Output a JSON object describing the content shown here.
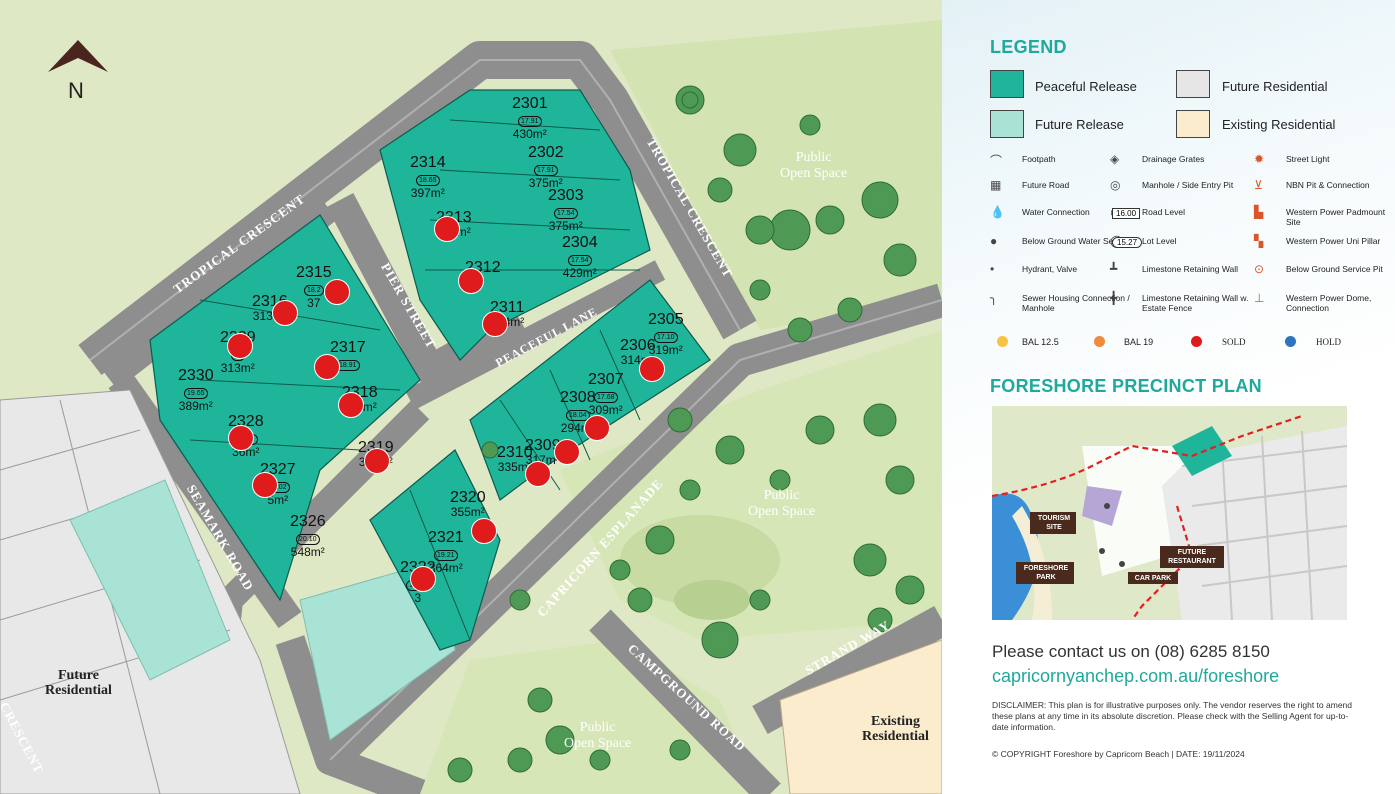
{
  "map": {
    "north_label": "N",
    "streets": {
      "tropical_crescent_west": "TROPICAL CRESCENT",
      "tropical_crescent_east": "TROPICAL CRESCENT",
      "pier_street": "PIER STREET",
      "peaceful_lane": "PEACEFUL LANE",
      "seamark_road": "SEAMARK ROAD",
      "capricorn_esplanade": "CAPRICORN ESPLANADE",
      "campground_road": "CAMPGROUND ROAD",
      "strand_way": "STRAND WAY",
      "crescent_partial": "CRESCENT"
    },
    "areas": {
      "public_open_space_ne": [
        "Public",
        "Open Space"
      ],
      "public_open_space_center": [
        "Public",
        "Open Space"
      ],
      "public_open_space_s": [
        "Public",
        "Open Space"
      ],
      "future_residential": [
        "Future",
        "Residential"
      ],
      "existing_residential": [
        "Existing",
        "Residential"
      ]
    },
    "lots": [
      {
        "id": "2301",
        "area": "430m²",
        "level": "17.91"
      },
      {
        "id": "2302",
        "area": "375m²",
        "level": "17.91"
      },
      {
        "id": "2303",
        "area": "375m²",
        "level": "17.54"
      },
      {
        "id": "2304",
        "area": "429m²",
        "level": "17.54"
      },
      {
        "id": "2305",
        "area": "319m²",
        "level": "17.10"
      },
      {
        "id": "2306",
        "area": "314m²",
        "level": ""
      },
      {
        "id": "2307",
        "area": "309m²",
        "level": "17.68"
      },
      {
        "id": "2308",
        "area": "294m²",
        "level": "18.04"
      },
      {
        "id": "2309",
        "area": "317m²",
        "level": ""
      },
      {
        "id": "2310",
        "area": "335m²",
        "level": ""
      },
      {
        "id": "2311",
        "area": "374m²",
        "level": ""
      },
      {
        "id": "2312",
        "area": "",
        "level": ""
      },
      {
        "id": "2313",
        "area": "373m²",
        "level": ""
      },
      {
        "id": "2314",
        "area": "397m²",
        "level": "18.65"
      },
      {
        "id": "2315",
        "area": "37",
        "level": "18.2"
      },
      {
        "id": "2316",
        "area": "313m²",
        "level": ""
      },
      {
        "id": "2317",
        "area": "",
        "level": "18.91"
      },
      {
        "id": "2318",
        "area": "313m²",
        "level": ""
      },
      {
        "id": "2319",
        "area": "382m²",
        "level": ""
      },
      {
        "id": "2320",
        "area": "355m²",
        "level": ""
      },
      {
        "id": "2321",
        "area": "364m²",
        "level": "19.21"
      },
      {
        "id": "2322",
        "area": "3",
        "level": "19.39"
      },
      {
        "id": "2326",
        "area": "548m²",
        "level": "20.10"
      },
      {
        "id": "2327",
        "area": "5m²",
        "level": "20.02"
      },
      {
        "id": "2328",
        "area": "36m²",
        "level": "20.02"
      },
      {
        "id": "2329",
        "area": "313m²",
        "level": "20"
      },
      {
        "id": "2330",
        "area": "389m²",
        "level": "19.65"
      }
    ],
    "sold_lots": [
      "2312",
      "2311",
      "2313",
      "2315",
      "2316",
      "2317",
      "2318",
      "2319",
      "2320",
      "2322",
      "2327",
      "2328",
      "2329",
      "2306",
      "2308",
      "2309",
      "2310"
    ]
  },
  "legend": {
    "title": "LEGEND",
    "swatches": [
      {
        "label": "Peaceful Release",
        "color": "#1fb59a"
      },
      {
        "label": "Future Residential",
        "color": "#e6e6e6"
      },
      {
        "label": "Future Release",
        "color": "#a9e3d6"
      },
      {
        "label": "Existing Residential",
        "color": "#fbeccd"
      }
    ],
    "symbols": [
      [
        "Footpath",
        "Drainage Grates",
        "Street Light"
      ],
      [
        "Future Road",
        "Manhole / Side Entry Pit",
        "NBN Pit & Connection"
      ],
      [
        "Water Connection",
        "Road Level",
        "Western Power Padmount Site"
      ],
      [
        "Below Ground Water Service",
        "Lot Level",
        "Western Power Uni Pillar"
      ],
      [
        "Hydrant, Valve",
        "Limestone Retaining Wall",
        "Below Ground Service Pit"
      ],
      [
        "Sewer Housing Connection / Manhole",
        "Limestone Retaining Wall w. Estate Fence",
        "Western Power Dome, Connection"
      ]
    ],
    "road_level_sample": "16.00",
    "lot_level_sample": "15.27",
    "dots": [
      {
        "label": "BAL 12.5",
        "color": "#f6c445"
      },
      {
        "label": "BAL 19",
        "color": "#ef8a3e"
      },
      {
        "label": "SOLD",
        "color": "#e01b1b"
      },
      {
        "label": "HOLD",
        "color": "#2f74c0"
      }
    ]
  },
  "plan": {
    "title": "FORESHORE PRECINCT PLAN",
    "labels": [
      "TOURISM SITE",
      "FUTURE RESTAURANT",
      "FORESHORE PARK",
      "CAR PARK"
    ]
  },
  "contact": {
    "phone_line": "Please contact us on (08) 6285 8150",
    "url": "capricornyanchep.com.au/foreshore",
    "disclaimer": "DISCLAIMER: This plan is for illustrative purposes only. The vendor reserves the right to amend these plans at any time in its absolute discretion. Please check with the Selling Agent for up-to-date information.",
    "copyright": "© COPYRIGHT Foreshore by Capricorn Beach  |  DATE: 19/11/2024"
  }
}
